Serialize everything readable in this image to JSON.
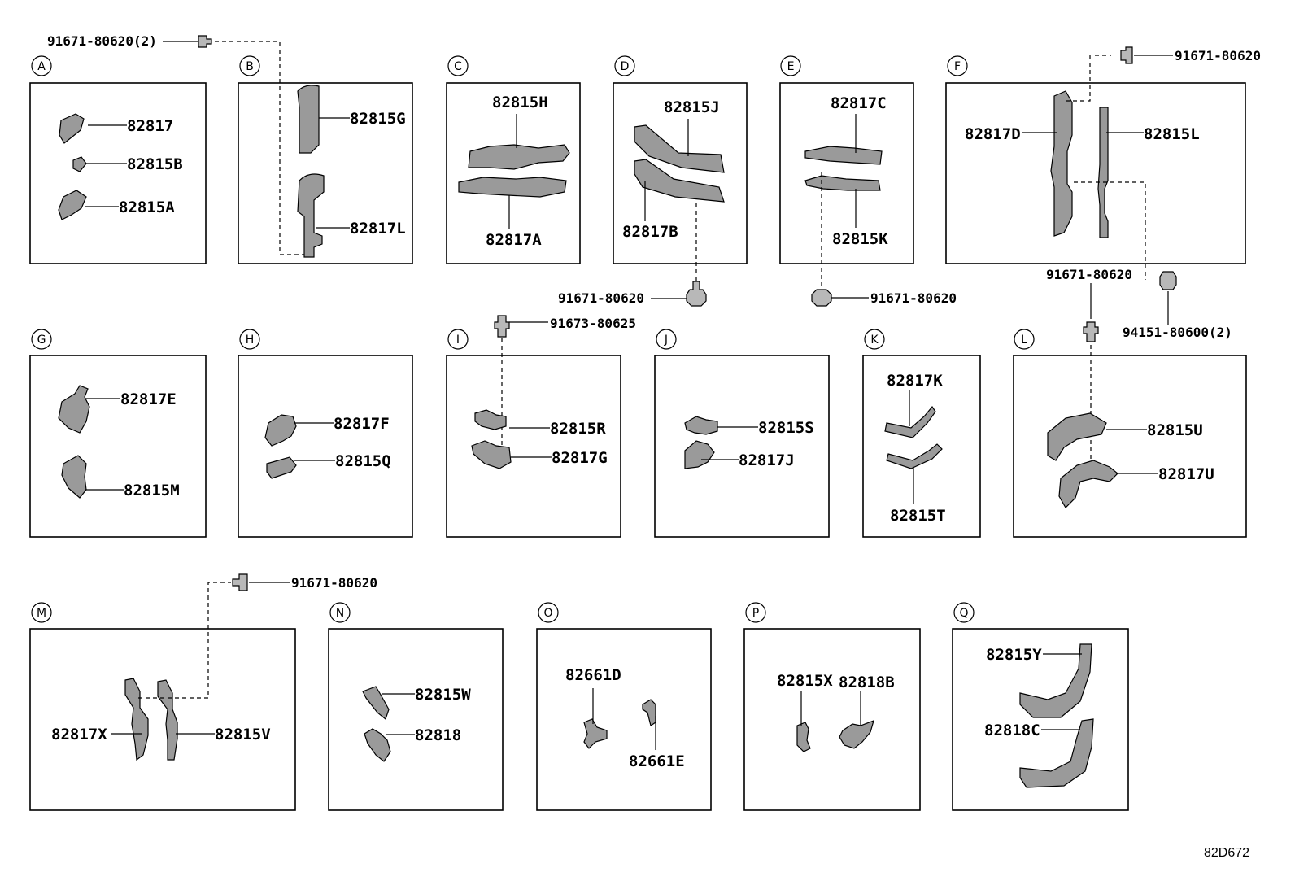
{
  "diagram_code": "82D672",
  "sections": [
    {
      "id": "A",
      "parts": [
        "82817",
        "82815B",
        "82815A"
      ]
    },
    {
      "id": "B",
      "parts": [
        "82815G",
        "82817L"
      ]
    },
    {
      "id": "C",
      "parts": [
        "82815H",
        "82817A"
      ]
    },
    {
      "id": "D",
      "parts": [
        "82815J",
        "82817B"
      ]
    },
    {
      "id": "E",
      "parts": [
        "82817C",
        "82815K"
      ]
    },
    {
      "id": "F",
      "parts": [
        "82817D",
        "82815L"
      ]
    },
    {
      "id": "G",
      "parts": [
        "82817E",
        "82815M"
      ]
    },
    {
      "id": "H",
      "parts": [
        "82817F",
        "82815Q"
      ]
    },
    {
      "id": "I",
      "parts": [
        "82815R",
        "82817G"
      ]
    },
    {
      "id": "J",
      "parts": [
        "82815S",
        "82817J"
      ]
    },
    {
      "id": "K",
      "parts": [
        "82817K",
        "82815T"
      ]
    },
    {
      "id": "L",
      "parts": [
        "82815U",
        "82817U"
      ]
    },
    {
      "id": "M",
      "parts": [
        "82817X",
        "82815V"
      ]
    },
    {
      "id": "N",
      "parts": [
        "82815W",
        "82818"
      ]
    },
    {
      "id": "O",
      "parts": [
        "82661D",
        "82661E"
      ]
    },
    {
      "id": "P",
      "parts": [
        "82815X",
        "82818B"
      ]
    },
    {
      "id": "Q",
      "parts": [
        "82815Y",
        "82818C"
      ]
    }
  ],
  "fasteners": {
    "top_left": "91671-80620(2)",
    "top_right": "91671-80620",
    "d_bolt": "91671-80620",
    "e_bolt": "91671-80620",
    "f_bolt": "91671-80620",
    "f_nut": "94151-80600(2)",
    "i_bolt": "91673-80625",
    "m_bolt": "91671-80620"
  }
}
